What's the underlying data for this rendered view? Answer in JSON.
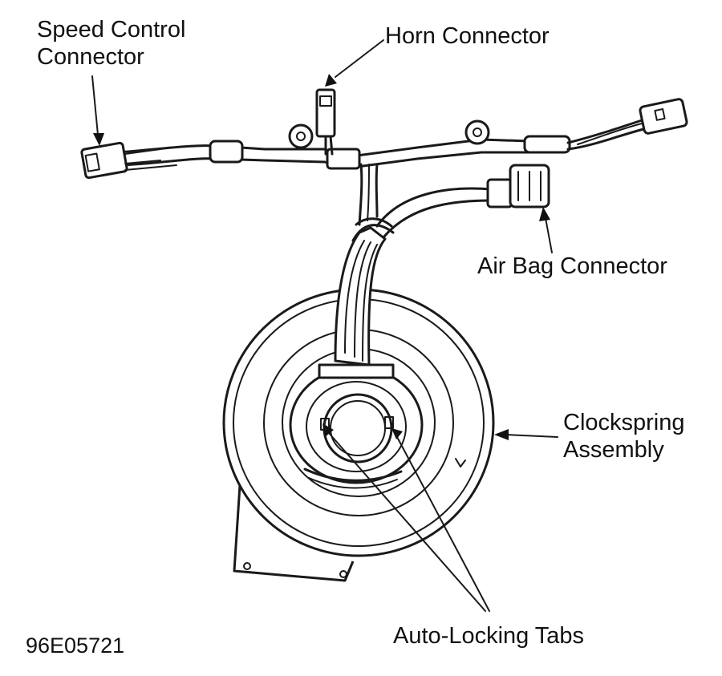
{
  "labels": {
    "speed_control_line1": "Speed Control",
    "speed_control_line2": "Connector",
    "horn": "Horn Connector",
    "air_bag": "Air Bag Connector",
    "clockspring_line1": "Clockspring",
    "clockspring_line2": "Assembly",
    "auto_locking": "Auto-Locking Tabs",
    "figure_id": "96E05721"
  },
  "colors": {
    "ink": "#1a1a1a",
    "background": "#ffffff"
  }
}
